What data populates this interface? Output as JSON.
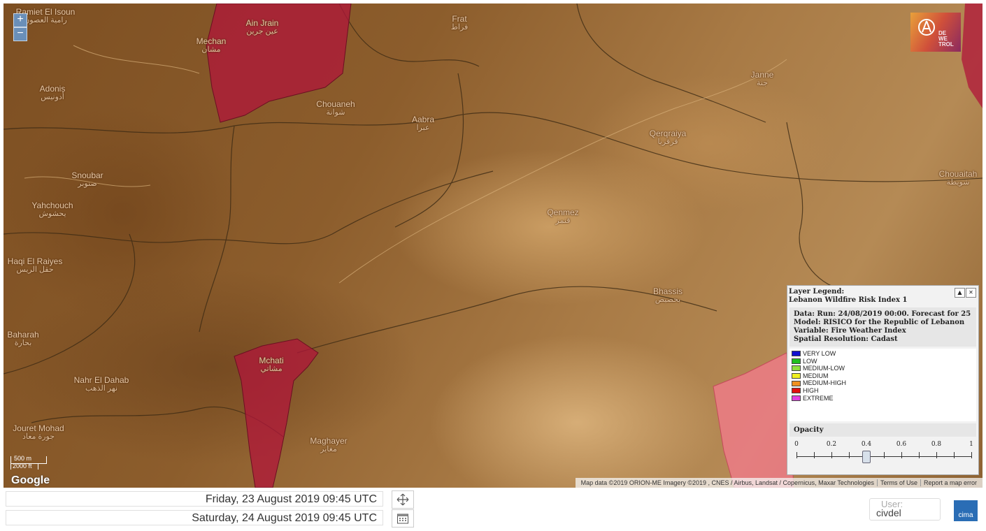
{
  "map": {
    "zoom_in_label": "+",
    "zoom_out_label": "−",
    "logo_text": "DE\nWE\nTROL",
    "scale_top": "500 m",
    "scale_bottom": "2000 ft",
    "google_label": "Google",
    "attribution": {
      "data": "Map data ©2019 ORION-ME Imagery ©2019 , CNES / Airbus, Landsat / Copernicus, Maxar Technologies",
      "terms": "Terms of Use",
      "report": "Report a map error"
    },
    "places": [
      {
        "name": "Ramiet El Isoun",
        "ar": "رامية العصون"
      },
      {
        "name": "Ain Jrain",
        "ar": "عين جرين"
      },
      {
        "name": "Mechan",
        "ar": "مشان"
      },
      {
        "name": "Frat",
        "ar": "فراط"
      },
      {
        "name": "Janne",
        "ar": "جنة"
      },
      {
        "name": "Adonis",
        "ar": "أدونيس"
      },
      {
        "name": "Chouaneh",
        "ar": "شوانة"
      },
      {
        "name": "Aabra",
        "ar": "عبرا"
      },
      {
        "name": "Qerqraiya",
        "ar": "قرقريا"
      },
      {
        "name": "Snoubar",
        "ar": "صنوبر"
      },
      {
        "name": "Chouaitah",
        "ar": "شويطة"
      },
      {
        "name": "Yahchouch",
        "ar": "يحشوش"
      },
      {
        "name": "Qenmez",
        "ar": "قنمز"
      },
      {
        "name": "Haqi El Raiyes",
        "ar": "حقل الريس"
      },
      {
        "name": "Bhassis",
        "ar": "بحصيص"
      },
      {
        "name": "Baharah",
        "ar": "بحارة"
      },
      {
        "name": "Mchati",
        "ar": "مشاتي"
      },
      {
        "name": "Nahr El Dahab",
        "ar": "نهر الذهب"
      },
      {
        "name": "Jouret Mohad",
        "ar": "جورة معاد"
      },
      {
        "name": "Maghayer",
        "ar": "مغاير"
      }
    ]
  },
  "legend": {
    "title": "Layer Legend:",
    "layer_name": "Lebanon Wildfire Risk Index 1",
    "data_line": "Data: Run: 24/08/2019 00:00. Forecast for 25",
    "model_line": "Model: RISICO for the Republic of Lebanon",
    "variable_line": "Variable: Fire Weather Index",
    "resolution_line": "Spatial Resolution: Cadast",
    "collapse_label": "▲",
    "close_label": "✕",
    "items": [
      {
        "label": "VERY LOW",
        "color": "#1010d0"
      },
      {
        "label": "LOW",
        "color": "#20c020"
      },
      {
        "label": "MEDIUM-LOW",
        "color": "#90e040"
      },
      {
        "label": "MEDIUM",
        "color": "#f0f020"
      },
      {
        "label": "MEDIUM-HIGH",
        "color": "#f09020"
      },
      {
        "label": "HIGH",
        "color": "#e01010"
      },
      {
        "label": "EXTREME",
        "color": "#e040e0"
      }
    ],
    "opacity_title": "Opacity",
    "opacity_ticks": [
      "0",
      "0.2",
      "0.4",
      "0.6",
      "0.8",
      "1"
    ],
    "opacity_value": 0.4
  },
  "footer": {
    "date_from": "Friday, 23 August 2019 09:45 UTC",
    "date_to": "Saturday, 24 August 2019 09:45 UTC",
    "user_label": "User:",
    "user_name": "civdel",
    "brand": "cima"
  }
}
